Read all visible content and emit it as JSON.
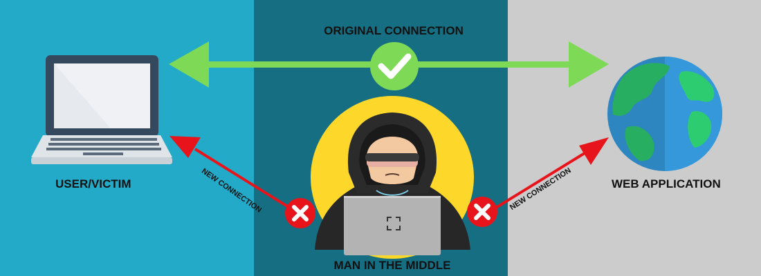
{
  "colors": {
    "left_panel": "#22aac8",
    "middle_panel": "#166e82",
    "right_panel": "#cccccc",
    "green_arrow": "#7ed957",
    "red_arrow": "#e8141b",
    "yellow_circle": "#fdd72a"
  },
  "labels": {
    "original_connection": "ORIGINAL CONNECTION",
    "user_victim": "USER/VICTIM",
    "web_application": "WEB APPLICATION",
    "man_in_the_middle": "MAN IN THE MIDDLE",
    "new_connection_left": "NEW CONNECTION",
    "new_connection_right": "NEW CONNECTION"
  },
  "icons": {
    "laptop": "laptop-icon",
    "globe": "globe-icon",
    "hacker": "hooded-hacker-icon",
    "check": "check-icon",
    "cross_left": "cross-icon",
    "cross_right": "cross-icon"
  }
}
